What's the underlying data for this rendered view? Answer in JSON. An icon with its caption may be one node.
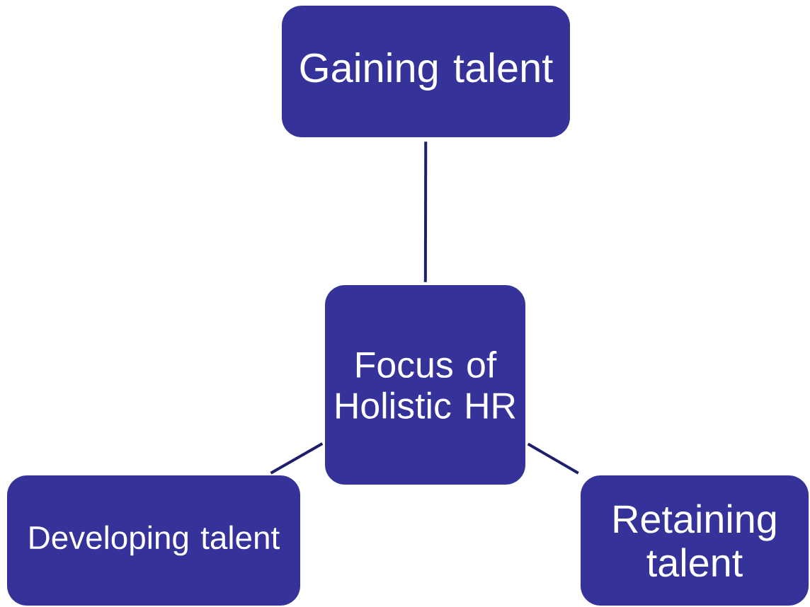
{
  "diagram": {
    "nodes": [
      {
        "text": [
          "Gaining talent"
        ]
      },
      {
        "text": [
          "Focus of Holistic HR"
        ]
      },
      {
        "text": [
          "Developing talent"
        ]
      },
      {
        "text": [
          "Retaining talent"
        ]
      }
    ],
    "edges": [
      {
        "from": 1,
        "to": 0,
        "arrow": "none"
      },
      {
        "from": 1,
        "to": 2,
        "arrow": "none"
      },
      {
        "from": 1,
        "to": 3,
        "arrow": "none"
      }
    ]
  }
}
